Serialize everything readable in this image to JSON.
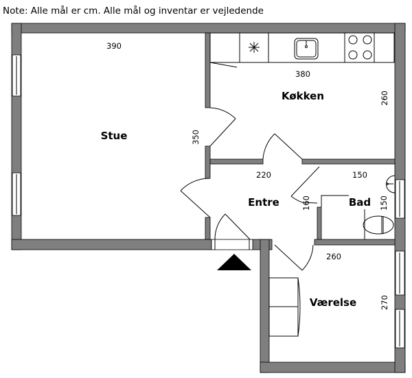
{
  "note": "Note: Alle mål er cm. Alle mål og inventar er vejledende",
  "rooms": {
    "stue": {
      "name": "Stue",
      "width": "390",
      "depth": "350"
    },
    "kokken": {
      "name": "Køkken",
      "width": "380",
      "depth": "260"
    },
    "entre": {
      "name": "Entre",
      "width": "220",
      "depth": "160"
    },
    "bad": {
      "name": "Bad",
      "width": "150",
      "depth": "150"
    },
    "vaerelse": {
      "name": "Værelse",
      "width": "260",
      "depth": "270"
    }
  },
  "colors": {
    "wall": "#7f7f7f"
  }
}
